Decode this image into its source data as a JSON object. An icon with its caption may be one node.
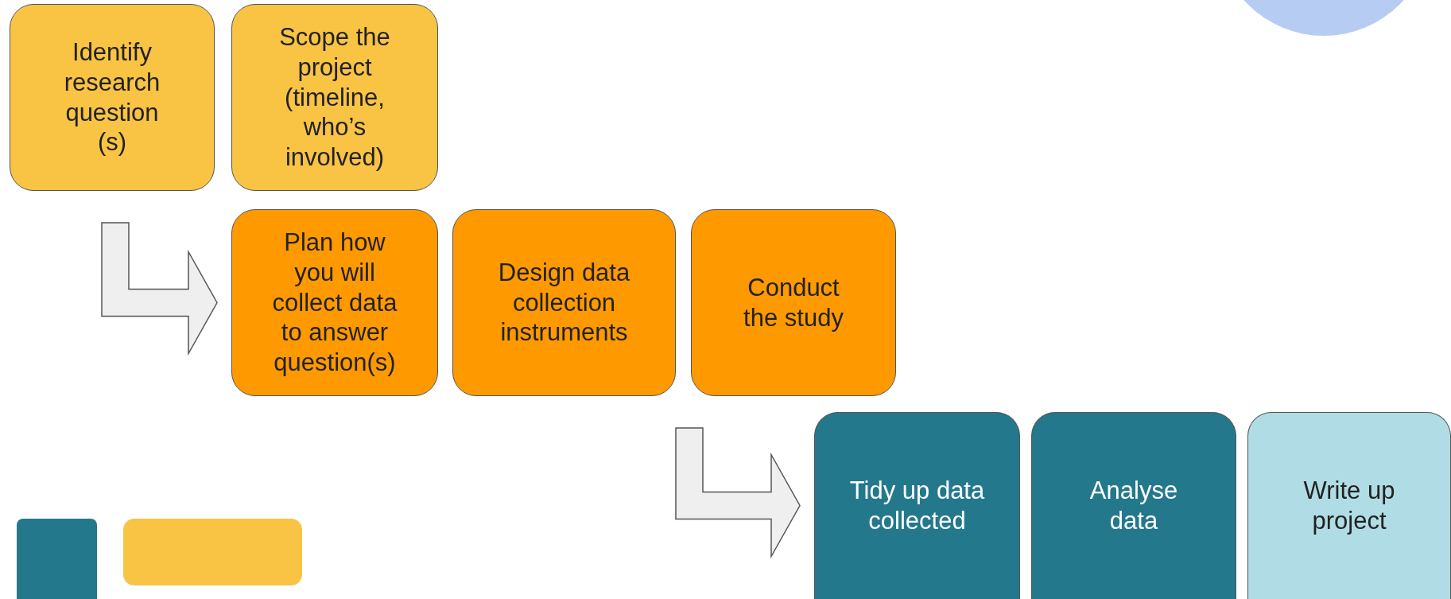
{
  "diagram": {
    "nodes": [
      {
        "text": [
          "Identify research question (s)"
        ]
      },
      {
        "text": [
          "Scope the project (timeline, who’s involved)"
        ]
      },
      {
        "text": [
          "Plan how you will collect data to answer question(s)"
        ]
      },
      {
        "text": [
          "Design data collection instruments"
        ]
      },
      {
        "text": [
          "Conduct the study"
        ]
      },
      {
        "text": [
          "Tidy up data collected"
        ]
      },
      {
        "text": [
          "Analyse data"
        ]
      },
      {
        "text": [
          "Write up project"
        ]
      },
      {
        "text": [],
        "shape": "box"
      },
      {
        "text": [],
        "shape": "box"
      }
    ],
    "edges": [
      {
        "from": 0,
        "to": 2,
        "arrow": "to"
      },
      {
        "from": 4,
        "to": 5,
        "arrow": "to"
      }
    ]
  }
}
